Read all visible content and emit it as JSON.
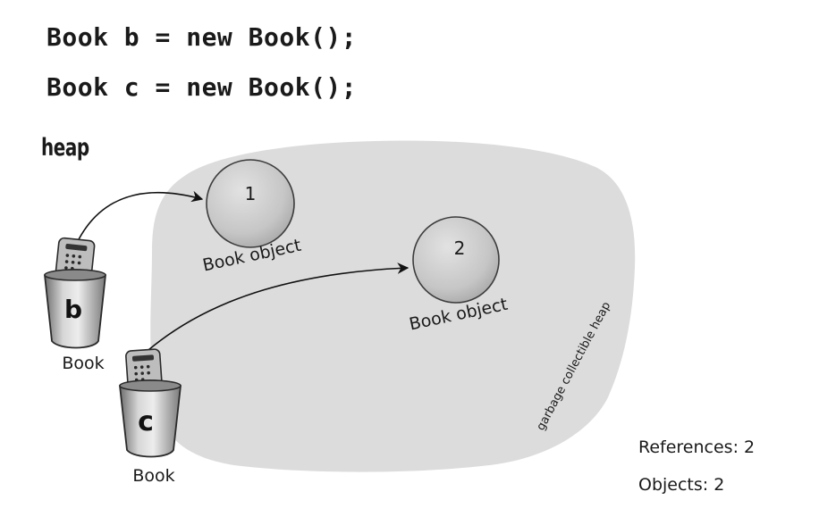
{
  "code": {
    "line1": "Book b = new Book();",
    "line2": "Book c = new Book();"
  },
  "heap": {
    "title": "heap",
    "label": "garbage collectible heap"
  },
  "objects": [
    {
      "number": "1",
      "label": "Book object"
    },
    {
      "number": "2",
      "label": "Book object"
    }
  ],
  "references": [
    {
      "var": "b",
      "type": "Book"
    },
    {
      "var": "c",
      "type": "Book"
    }
  ],
  "stats": {
    "references": "References: 2",
    "objects": "Objects: 2"
  },
  "colors": {
    "heap_fill": "#dcdcdc",
    "object_fill": "#c4c4c4",
    "text": "#1a1a1a"
  }
}
